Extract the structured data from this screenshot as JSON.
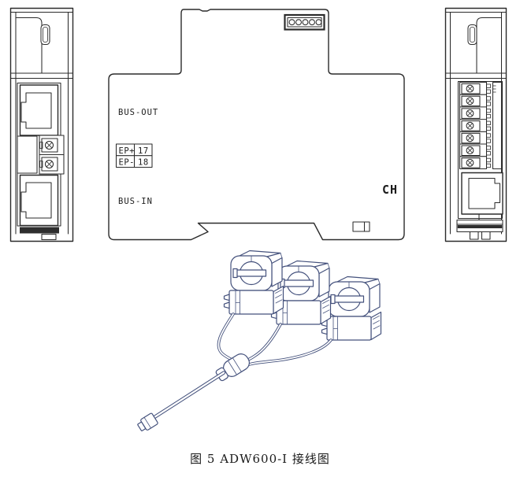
{
  "figure": {
    "caption": "图 5 ADW600-I 接线图"
  },
  "center_module": {
    "labels": {
      "bus_out": "BUS-OUT",
      "bus_in": "BUS-IN",
      "channel": "CH"
    },
    "terminal_table": {
      "rows": [
        {
          "name": "EP+",
          "terminal": "17"
        },
        {
          "name": "EP-",
          "terminal": "18"
        }
      ]
    },
    "top_connector": {
      "pin_count": 5
    }
  },
  "left_module": {
    "rj45_ports": 2,
    "screw_terminals": 2
  },
  "right_module": {
    "screw_terminals": 7,
    "rj45_ports": 1
  },
  "ct_assembly": {
    "clamp_count": 3
  },
  "colors": {
    "module_line": "#2b2b2b",
    "ct_line": "#44517c",
    "background": "#ffffff"
  }
}
